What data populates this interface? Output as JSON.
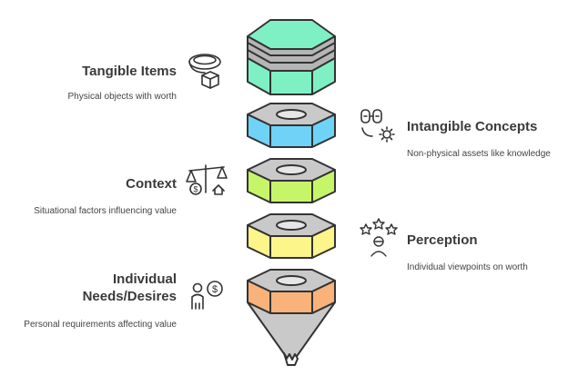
{
  "items": [
    {
      "title": "Tangible Items",
      "description": "Physical objects with worth",
      "icon": "ring-and-box-icon",
      "color": "#7ff0c4"
    },
    {
      "title": "Intangible Concepts",
      "description": "Non-physical assets like knowledge",
      "icon": "ideas-gear-icon",
      "color": "#6fd3f7"
    },
    {
      "title": "Context",
      "description": "Situational factors influencing value",
      "icon": "scale-balance-icon",
      "color": "#c7f56a"
    },
    {
      "title": "Perception",
      "description": "Individual viewpoints on worth",
      "icon": "stars-person-icon",
      "color": "#fbf58a"
    },
    {
      "title": "Individual Needs/Desires",
      "description": "Personal requirements affecting value",
      "icon": "person-dollar-icon",
      "color": "#f9b27a"
    }
  ],
  "pencil_tip_color": "#c9c9c9",
  "outline_color": "#333333"
}
